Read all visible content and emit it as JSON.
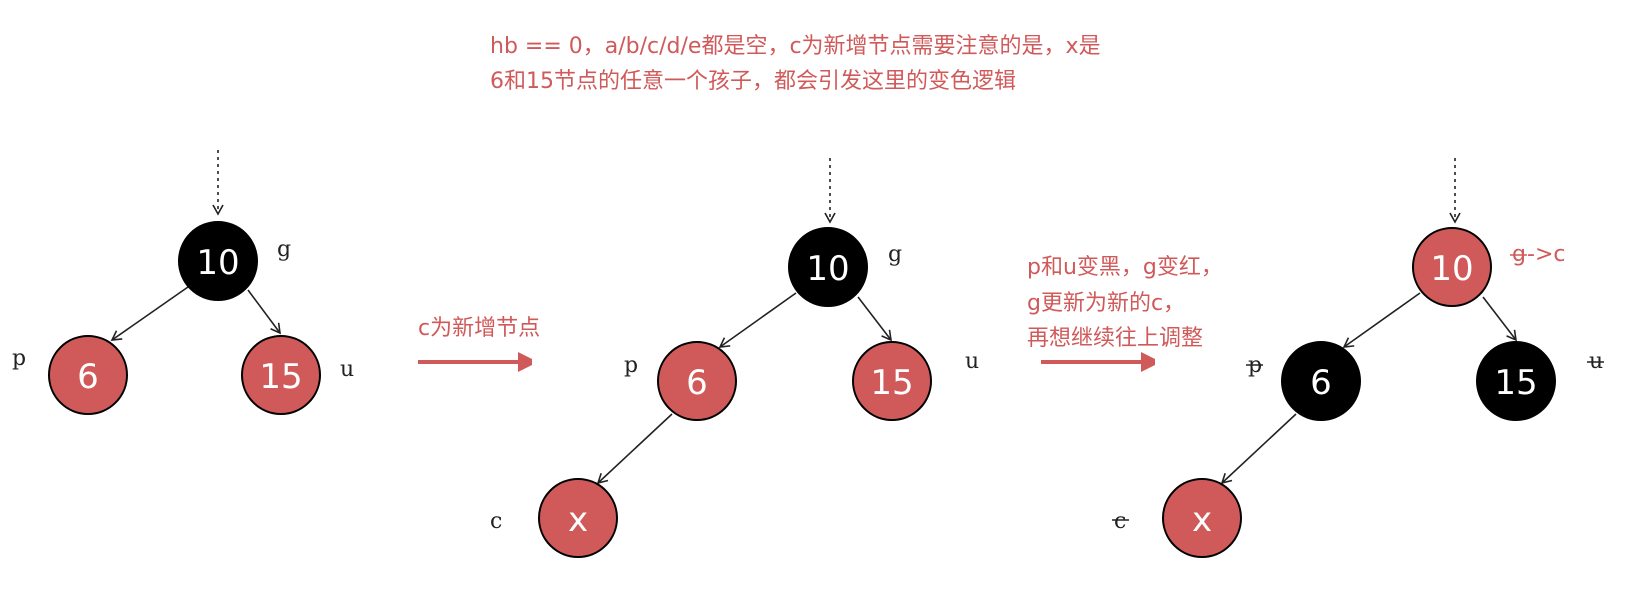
{
  "note": {
    "line1": "hb == 0，a/b/c/d/e都是空，c为新增节点需要注意的是，x是",
    "line2": "6和15节点的任意一个孩子，都会引发这里的变色逻辑"
  },
  "arrow1_label": "c为新增节点",
  "arrow2_label": {
    "line1": "p和u变黑，g变红，",
    "line2": "g更新为新的c，",
    "line3": "再想继续往上调整"
  },
  "colors": {
    "red": "#d05a5a",
    "black": "#000000",
    "accent": "#d05a5a"
  },
  "panels": [
    {
      "nodes": {
        "g": {
          "value": "10",
          "color": "black"
        },
        "p": {
          "value": "6",
          "color": "red"
        },
        "u": {
          "value": "15",
          "color": "red"
        }
      },
      "labels": {
        "g": "g",
        "p": "p",
        "u": "u"
      }
    },
    {
      "nodes": {
        "g": {
          "value": "10",
          "color": "black"
        },
        "p": {
          "value": "6",
          "color": "red"
        },
        "u": {
          "value": "15",
          "color": "red"
        },
        "x": {
          "value": "x",
          "color": "red"
        }
      },
      "labels": {
        "g": "g",
        "p": "p",
        "u": "u",
        "c": "c"
      }
    },
    {
      "nodes": {
        "g": {
          "value": "10",
          "color": "red"
        },
        "p": {
          "value": "6",
          "color": "black"
        },
        "u": {
          "value": "15",
          "color": "black"
        },
        "x": {
          "value": "x",
          "color": "red"
        }
      },
      "labels": {
        "g_struck": "g",
        "g_new": "->c",
        "p": "p",
        "u": "u",
        "c": "c"
      }
    }
  ]
}
